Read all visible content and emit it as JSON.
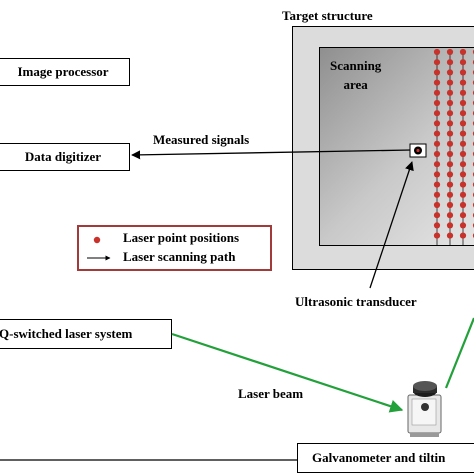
{
  "diagram": {
    "target_title": "Target structure",
    "scanning_area": "Scanning\narea",
    "boxes": {
      "image_processor": "Image processor",
      "data_digitizer": "Data digitizer",
      "laser_system": "Q-switched laser system",
      "galvanometer": "Galvanometer and tiltin"
    },
    "labels": {
      "measured_signals": "Measured signals",
      "ultrasonic_transducer": "Ultrasonic transducer",
      "laser_beam": "Laser beam"
    },
    "legend": {
      "laser_points": "Laser point positions",
      "scan_path": "Laser scanning path"
    },
    "colors": {
      "dot": "#c8322b",
      "beam": "#22a03a",
      "legend_border": "#a33a3a"
    }
  }
}
